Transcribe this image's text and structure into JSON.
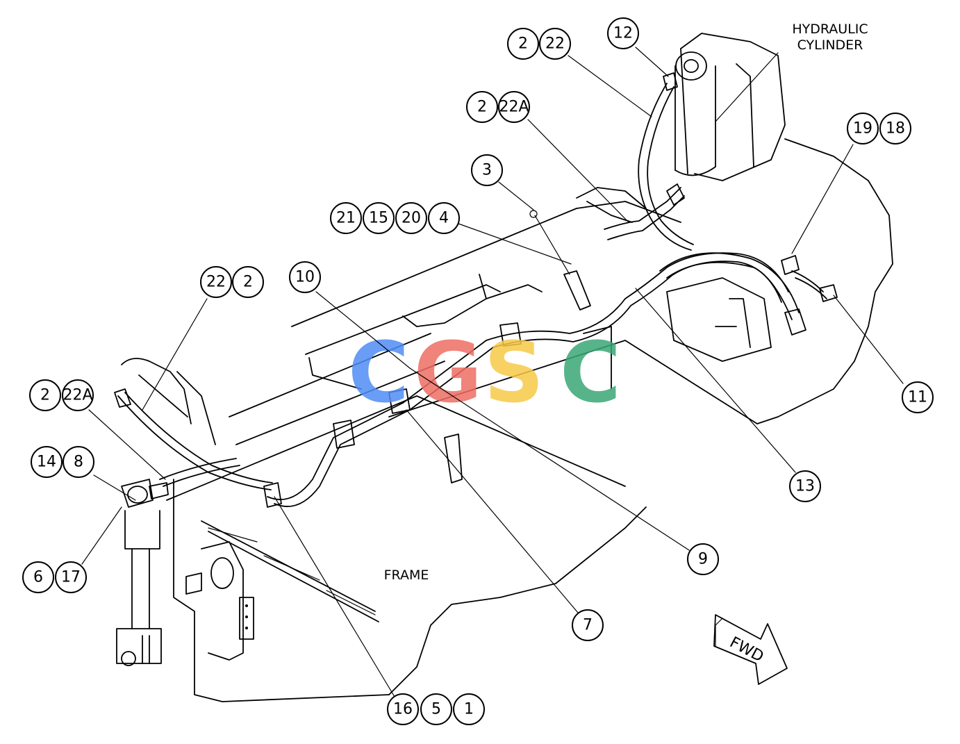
{
  "labels": {
    "hydraulic_line1": "HYDRAULIC",
    "hydraulic_line2": "CYLINDER",
    "frame": "FRAME",
    "fwd": "FWD"
  },
  "watermark": {
    "letters": [
      "C",
      "G",
      "S",
      "C"
    ],
    "colors": [
      "#4f8df5",
      "#ee6e63",
      "#f7c948",
      "#3aa876"
    ]
  },
  "callouts": {
    "c_2_a": "2",
    "c_22_a": "22",
    "c_12": "12",
    "c_2_b": "2",
    "c_22a_b": "22A",
    "c_19": "19",
    "c_18": "18",
    "c_3": "3",
    "c_21": "21",
    "c_15": "15",
    "c_20": "20",
    "c_4": "4",
    "c_22_c": "22",
    "c_2_c": "2",
    "c_10": "10",
    "c_2_d": "2",
    "c_22a_d": "22A",
    "c_14": "14",
    "c_8": "8",
    "c_6": "6",
    "c_17": "17",
    "c_11": "11",
    "c_13": "13",
    "c_9": "9",
    "c_7": "7",
    "c_16": "16",
    "c_5": "5",
    "c_1": "1"
  }
}
